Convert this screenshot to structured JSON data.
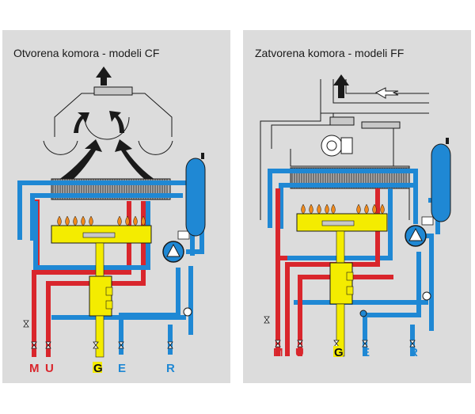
{
  "panels": [
    {
      "title": "Otvorena komora - modeli CF",
      "connections": [
        {
          "letter": "M",
          "color": "#d9262c"
        },
        {
          "letter": "U",
          "color": "#d9262c"
        },
        {
          "letter": "G",
          "color": "#111111",
          "highlight": "#f4ec00"
        },
        {
          "letter": "E",
          "color": "#1f88d4"
        },
        {
          "letter": "R",
          "color": "#1f88d4"
        }
      ]
    },
    {
      "title": "Zatvorena komora - modeli FF",
      "connections": [
        {
          "letter": "M",
          "color": "#d9262c"
        },
        {
          "letter": "U",
          "color": "#d9262c"
        },
        {
          "letter": "G",
          "color": "#111111",
          "highlight": "#f4ec00"
        },
        {
          "letter": "E",
          "color": "#1f88d4"
        },
        {
          "letter": "R",
          "color": "#1f88d4"
        }
      ]
    }
  ],
  "colors": {
    "panel_bg": "#dcdcdc",
    "hot_pipe": "#d9262c",
    "cold_pipe": "#1f88d4",
    "gas_pipe": "#f4ec00",
    "burner": "#f4ec00",
    "flame": "#f08a1c",
    "flue_arrow": "#1a1a1a"
  }
}
